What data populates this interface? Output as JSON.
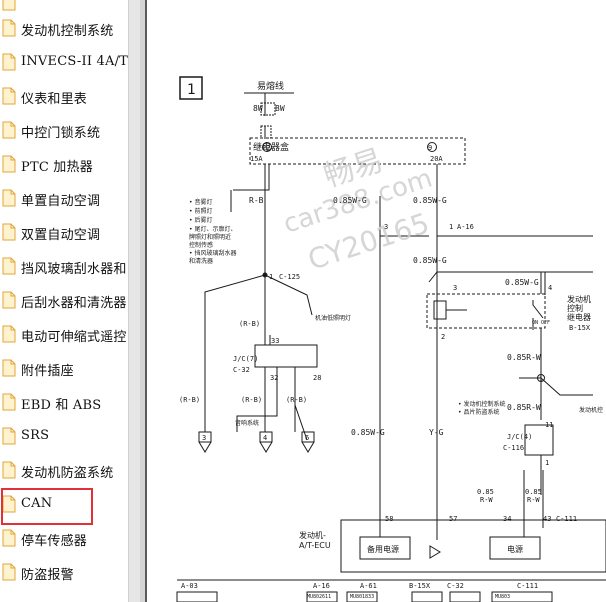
{
  "sidebar": {
    "items": [
      {
        "label": "发动机控制系统"
      },
      {
        "label": "INVECS-II 4A/T"
      },
      {
        "label": "仪表和里表"
      },
      {
        "label": "中控门锁系统"
      },
      {
        "label": "PTC 加热器"
      },
      {
        "label": "单置自动空调"
      },
      {
        "label": "双置自动空调"
      },
      {
        "label": "挡风玻璃刮水器和"
      },
      {
        "label": "后刮水器和清洗器"
      },
      {
        "label": "电动可伸缩式遥控"
      },
      {
        "label": "附件插座"
      },
      {
        "label": "EBD 和 ABS"
      },
      {
        "label": "SRS"
      },
      {
        "label": "发动机防盗系统"
      },
      {
        "label": "CAN",
        "selected": true
      },
      {
        "label": "停车传感器"
      },
      {
        "label": "防盗报警"
      }
    ]
  },
  "diagram": {
    "page_number": "1",
    "fusible_link": "易熔线",
    "fuse_8w_a": "8W",
    "fuse_8w_b": "8W",
    "relay_box": "继电器盒",
    "conn_22": "22",
    "conn_9": "9",
    "amp_15a": "15A",
    "amp_20a": "20A",
    "wire_rb_1": "R-B",
    "wire_085wg_1": "0.85W-G",
    "wire_085wg_2": "0.85W-G",
    "wire_085wg_3": "0.85W-G",
    "wire_085wg_4": "0.85W-G",
    "wire_085wg_5": "0.85W-G",
    "conn_a16": "A-16",
    "pin_3a": "3",
    "pin_1a": "1",
    "notes_left": [
      "• 音雾灯",
      "• 前照灯",
      "• 后雾灯",
      "• 尾灯、示廓灯、",
      "  牌照灯和照明近",
      "  控制传感",
      "• 挡风玻璃刮水器",
      "  和清洗器"
    ],
    "splice_pin": "1",
    "conn_c125": "C-125",
    "engine_warn_lamp": "机油低照明灯",
    "wire_rb_2": "(R-B)",
    "wire_rb_3": "(R-B)",
    "wire_rb_4": "(R-B)",
    "wire_rb_5": "(R-B)",
    "jc7": "J/C(7)",
    "conn_c32": "C-32",
    "pin_33": "33",
    "pin_32": "32",
    "pin_28": "28",
    "audio_system": "音响系统",
    "ground_3": "3",
    "ground_4": "4",
    "ground_6": "6",
    "relay_title": [
      "发动机",
      "控制",
      "继电器"
    ],
    "conn_b15x": "B-15X",
    "relay_pin_3": "3",
    "relay_pin_4": "4",
    "relay_pin_2": "2",
    "relay_on_off": "ON   OFF",
    "wire_085rw_1": "0.85R-W",
    "wire_085rw_2": "0.85R-W",
    "splice_1": "1",
    "notes_right": [
      "• 发动机控制系统",
      "• 品片防盗系统"
    ],
    "engine_ctrl_side": "发动机控",
    "wire_yg": "Y-G",
    "jc4": "J/C(4)",
    "conn_c116": "C-116",
    "pin_11": "11",
    "pin_1b": "1",
    "wire_085rw_3": "0.85",
    "wire_rw_3": "R-W",
    "wire_085rw_4": "0.85",
    "wire_rw_4": "R-W",
    "ecu_label": [
      "发动机-",
      "A/T-ECU"
    ],
    "pin_58": "58",
    "pin_57": "57",
    "pin_34": "34",
    "pin_43": "43",
    "conn_c111": "C-111",
    "backup_power": "备用电源",
    "power": "电源",
    "bottom_conns": [
      "A-03",
      "A-16",
      "A-61",
      "B-15X",
      "C-32",
      "C-111"
    ],
    "bottom_parts": [
      "MU802611",
      "MU801833",
      "MU803"
    ],
    "watermark_lines": [
      "畅易",
      "car388.com",
      "CY20165"
    ]
  }
}
